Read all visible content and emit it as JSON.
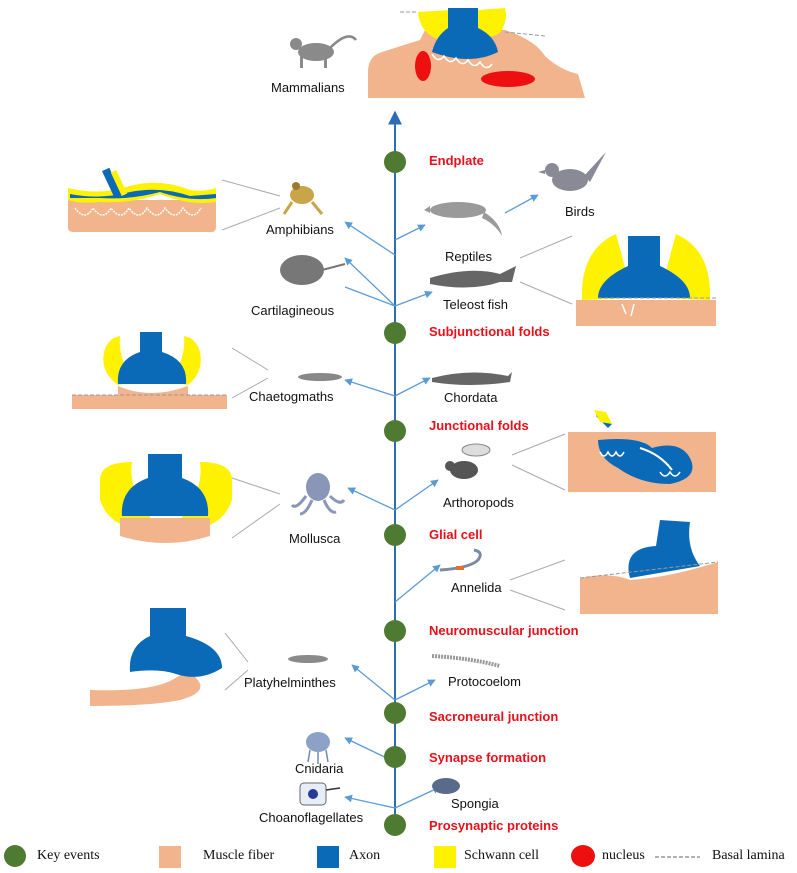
{
  "colors": {
    "key_event": "#4e7a31",
    "muscle": "#f2b48c",
    "axon": "#0a6ab8",
    "schwann": "#fff200",
    "nucleus": "#ee1010",
    "basal": "#999999",
    "trunk": "#2e6db3",
    "branch": "#5b9bd5",
    "event_text": "#e8101a"
  },
  "events": [
    {
      "label": "Endplate"
    },
    {
      "label": "Subjunctional folds"
    },
    {
      "label": "Junctional folds"
    },
    {
      "label": "Glial cell"
    },
    {
      "label": "Neuromuscular  junction"
    },
    {
      "label": "Sacroneural junction"
    },
    {
      "label": "Synapse formation"
    },
    {
      "label": "Prosynaptic proteins"
    }
  ],
  "taxa": {
    "mammalians": "Mammalians",
    "birds": "Birds",
    "amphibians": "Amphibians",
    "reptiles": "Reptiles",
    "cartilagineous": "Cartilagineous",
    "teleost": "Teleost fish",
    "chaetogmaths": "Chaetogmaths",
    "chordata": "Chordata",
    "arthoropods": "Arthoropods",
    "mollusca": "Mollusca",
    "annelida": "Annelida",
    "platyhelminthes": "Platyhelminthes",
    "protocoelom": "Protocoelom",
    "cnidaria": "Cnidaria",
    "choanoflagellates": "Choanoflagellates",
    "spongia": "Spongia"
  },
  "legend": {
    "key_events": "Key events",
    "muscle_fiber": "Muscle fiber",
    "axon": "Axon",
    "schwann_cell": "Schwann cell",
    "nucleus": "nucleus",
    "basal_lamina": "Basal lamina"
  }
}
